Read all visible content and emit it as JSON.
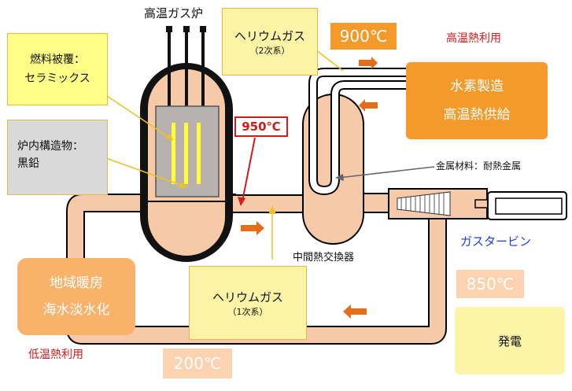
{
  "reactor_title": "高温ガス炉",
  "fuel_cladding": {
    "line1": "燃料被覆：",
    "line2": "セラミックス"
  },
  "core_structure": {
    "line1": "炉内構造物：",
    "line2": "黒鉛"
  },
  "helium_secondary": {
    "line1": "ヘリウムガス",
    "line2": "（2次系）"
  },
  "helium_primary": {
    "line1": "ヘリウムガス",
    "line2": "（1次系）"
  },
  "temp_900": "900℃",
  "temp_950": "950℃",
  "temp_850": "850℃",
  "temp_200": "200℃",
  "high_temp_use": "高温熱利用",
  "hydrogen": {
    "line1": "水素製造",
    "line2": "高温熱供給"
  },
  "metal_material": "金属材料：耐熱金属",
  "heat_exchanger": "中間熱交換器",
  "gas_turbine": "ガスタービン",
  "regional": {
    "line1": "地域暖房",
    "line2": "海水淡水化"
  },
  "low_temp_use": "低温熱利用",
  "power": "発電",
  "colors": {
    "pipe_fill": "#f6c9a8",
    "dark_orange": "#f39a2b",
    "light_orange": "#f8b26a",
    "peach": "#fbd3b0",
    "yellow_box": "#ffff88",
    "light_yellow": "#fbf4a6",
    "gray_box": "#d9d9d9",
    "red_text": "#d6191a",
    "blue_text": "#1a3fd6",
    "arrow": "#e46c1a"
  }
}
